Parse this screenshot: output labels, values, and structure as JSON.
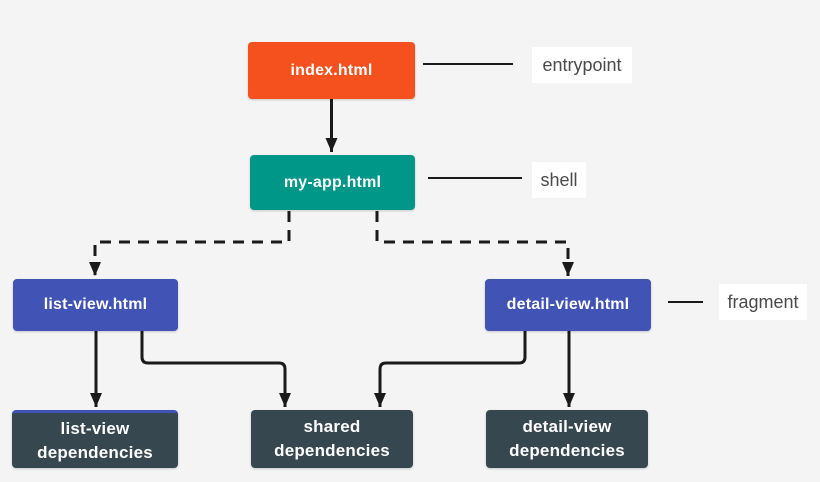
{
  "canvas": {
    "background": "#f4f4f4",
    "line_color": "#1a1a1a",
    "node_text_color": "#ffffff",
    "annotation_text_color": "#4a4a4a",
    "annotation_background": "#ffffff"
  },
  "nodes": {
    "index": {
      "label": "index.html",
      "color": "#f4511e"
    },
    "my_app": {
      "label": "my-app.html",
      "color": "#009688"
    },
    "list_view": {
      "label": "list-view.html",
      "color": "#4153b4"
    },
    "detail_view": {
      "label": "detail-view.html",
      "color": "#4153b4"
    },
    "list_view_deps": {
      "line1": "list-view",
      "line2": "dependencies",
      "color": "#37474f",
      "accent_top": "#4153b4"
    },
    "shared_deps": {
      "line1": "shared",
      "line2": "dependencies",
      "color": "#37474f"
    },
    "detail_view_deps": {
      "line1": "detail-view",
      "line2": "dependencies",
      "color": "#37474f"
    }
  },
  "annotations": {
    "entrypoint": {
      "label": "entrypoint"
    },
    "shell": {
      "label": "shell"
    },
    "fragment": {
      "label": "fragment"
    }
  },
  "edges": [
    {
      "from": "index.html",
      "to": "my-app.html",
      "style": "solid-arrow"
    },
    {
      "from": "my-app.html",
      "to": "list-view.html",
      "style": "dashed-arrow"
    },
    {
      "from": "my-app.html",
      "to": "detail-view.html",
      "style": "dashed-arrow"
    },
    {
      "from": "list-view.html",
      "to": "list-view dependencies",
      "style": "solid-arrow"
    },
    {
      "from": "list-view.html",
      "to": "shared dependencies",
      "style": "solid-arrow"
    },
    {
      "from": "detail-view.html",
      "to": "shared dependencies",
      "style": "solid-arrow"
    },
    {
      "from": "detail-view.html",
      "to": "detail-view dependencies",
      "style": "solid-arrow"
    },
    {
      "from": "index.html",
      "to": "entrypoint",
      "style": "plain-line"
    },
    {
      "from": "my-app.html",
      "to": "shell",
      "style": "plain-line"
    },
    {
      "from": "detail-view.html",
      "to": "fragment",
      "style": "plain-line"
    }
  ]
}
